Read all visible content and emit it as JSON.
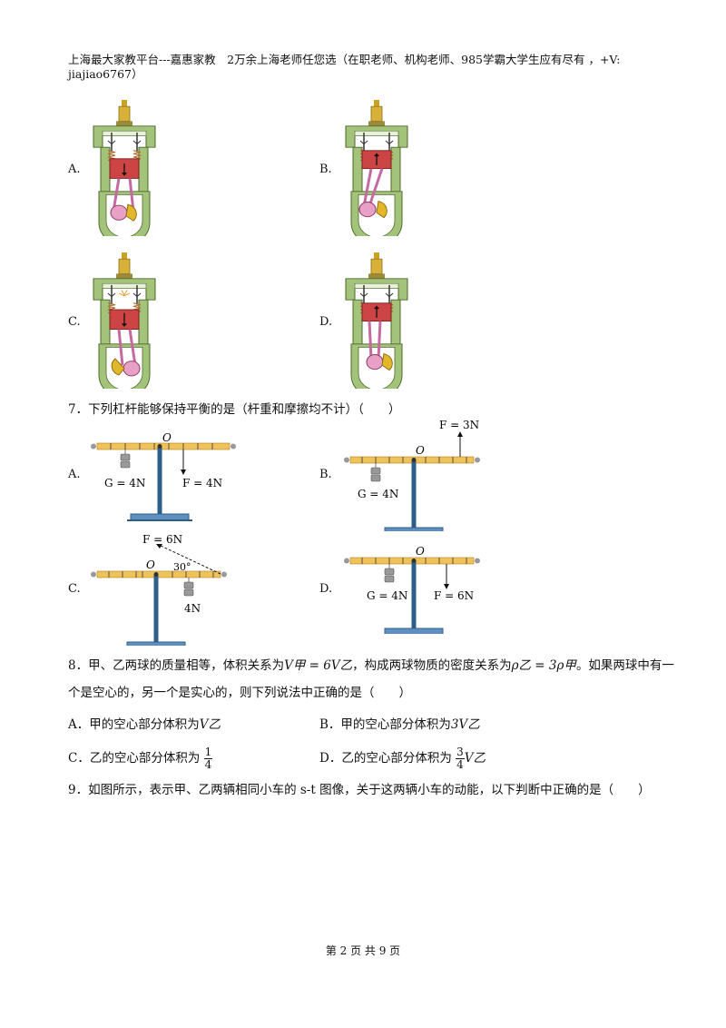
{
  "header": {
    "line1": "上海最大家教平台---嘉惠家教　2万余上海老师任您选（在职老师、机构老师、985学霸大学生应有尽有 ，+V:",
    "line2": "jiajiao6767）"
  },
  "engine_options": [
    "A.",
    "B.",
    "C.",
    "D."
  ],
  "q7": {
    "stem": "7．下列杠杆能够保持平衡的是（杆重和摩擦均不计）（　　）",
    "options": [
      {
        "label": "A.",
        "pivot": "O",
        "weight": "G = 4N",
        "force": "F = 4N"
      },
      {
        "label": "B.",
        "pivot": "O",
        "weight": "G = 4N",
        "force": "F = 3N"
      },
      {
        "label": "C.",
        "pivot": "O",
        "weight": "4N",
        "force": "F = 6N",
        "angle": "30°"
      },
      {
        "label": "D.",
        "pivot": "O",
        "weight": "G = 4N",
        "force": "F = 6N"
      }
    ]
  },
  "q8": {
    "stem_a": "8．甲、乙两球的质量相等，体积关系为",
    "vol_rel": "V甲 = 6V乙",
    "stem_b": "，构成两球物质的密度关系为",
    "den_rel": "ρ乙 = 3ρ甲",
    "stem_c": "。如果两球中有一",
    "stem_line2": "个是空心的，另一个是实心的，则下列说法中正确的是（　　）",
    "optA": "A．甲的空心部分体积为",
    "optA_val": "V乙",
    "optB": "B．甲的空心部分体积为",
    "optB_val": "3V乙",
    "optC": "C．乙的空心部分体积为",
    "optC_num": "1",
    "optC_den": "4",
    "optD": "D．乙的空心部分体积为",
    "optD_num": "3",
    "optD_den": "4",
    "optD_tail": "V乙"
  },
  "q9": {
    "stem": "9．如图所示，表示甲、乙两辆相同小车的 s-t 图像，关于这两辆小车的动能，以下判断中正确的是（　　）"
  },
  "footer": "第 2 页 共 9 页"
}
